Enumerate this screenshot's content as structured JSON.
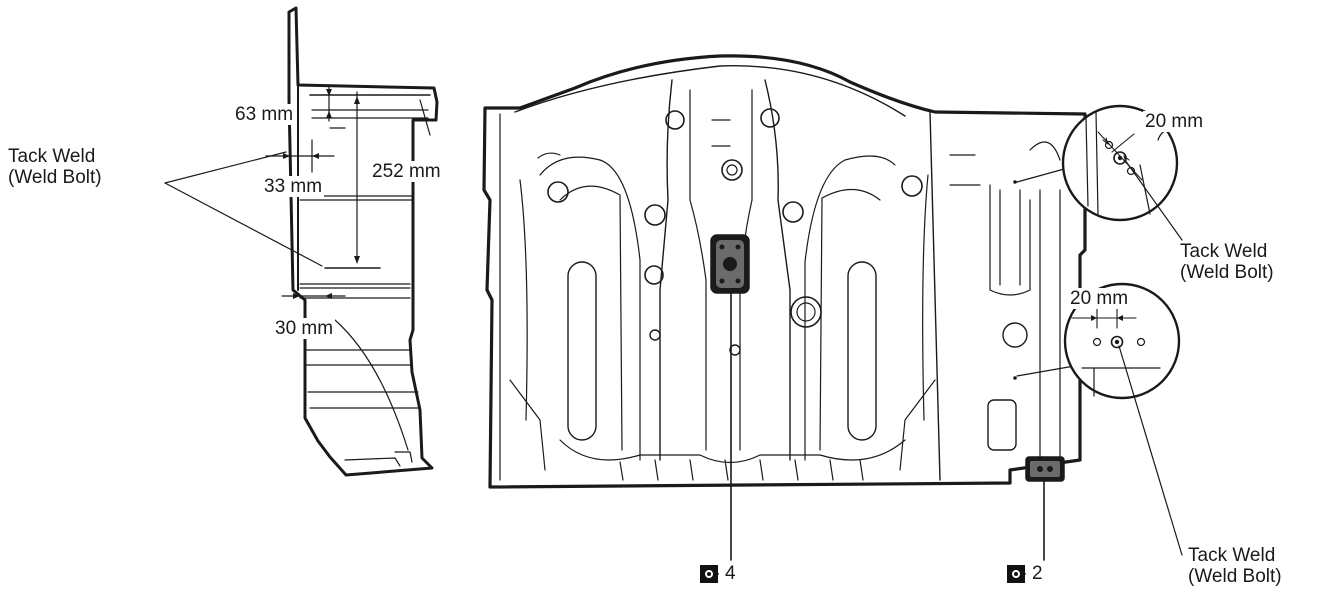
{
  "labels": {
    "tack_weld_left": [
      "Tack Weld",
      "(Weld Bolt)"
    ],
    "tack_weld_right_top": [
      "Tack Weld",
      "(Weld Bolt)"
    ],
    "tack_weld_right_bottom": [
      "Tack Weld",
      "(Weld Bolt)"
    ]
  },
  "dimensions": {
    "d63": "63 mm",
    "d33": "33 mm",
    "d252": "252 mm",
    "d30": "30 mm",
    "d20_top": "20 mm",
    "d20_bottom": "20 mm"
  },
  "weld_symbols": {
    "center": {
      "dash": "—",
      "count": "4",
      "icon": "spot-weld-icon"
    },
    "right": {
      "dash": "—",
      "count": "2",
      "icon": "spot-weld-icon"
    }
  },
  "colors": {
    "line": "#1a1a1a",
    "background": "#ffffff",
    "weld_mark": "#111111"
  }
}
